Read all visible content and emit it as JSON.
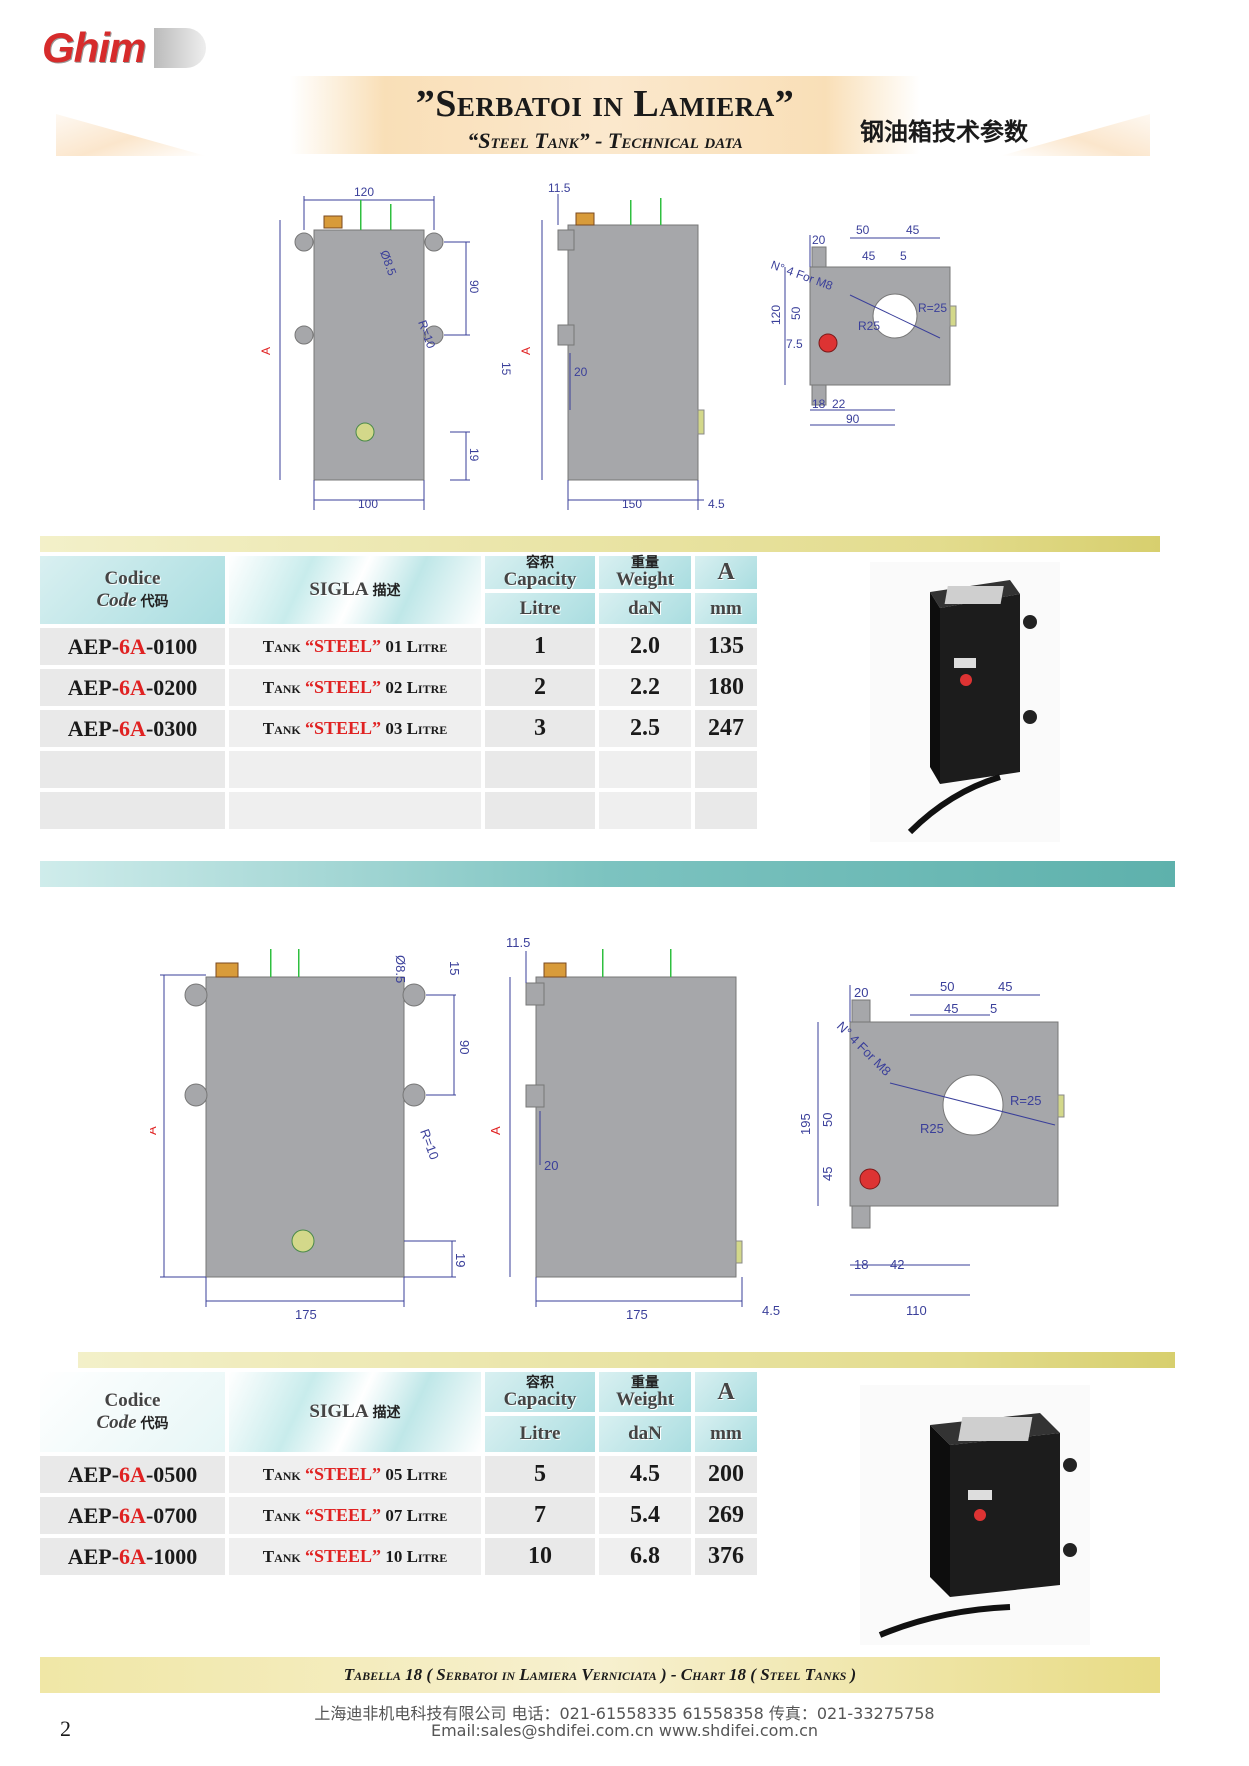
{
  "header": {
    "logo_text": "Ghim",
    "title": "”Serbatoi in Lamiera”",
    "subtitle": "“Steel Tank” - Technical data",
    "title_cn": "钢油箱技术参数"
  },
  "drawing1": {
    "front": {
      "w": "120",
      "top": "15",
      "hole": "Ø8.5",
      "pitch": "90",
      "radius": "R=10",
      "bottom": "19",
      "base": "100",
      "height": "A"
    },
    "side": {
      "offset": "11.5",
      "height": "A",
      "port": "20",
      "depth": "150",
      "lip": "4.5"
    },
    "top": {
      "d1": "20",
      "d2": "50",
      "d3": "45",
      "d4": "45",
      "d5": "5",
      "holes": "N° 4 For M8",
      "r1": "R25",
      "r2": "R=25",
      "h1": "120",
      "h2": "50",
      "h3": "7.5",
      "b1": "18",
      "b2": "22",
      "b3": "90"
    }
  },
  "drawing2": {
    "front": {
      "hole": "Ø8.5",
      "top": "15",
      "pitch": "90",
      "radius": "R=10",
      "bottom": "19",
      "base": "175",
      "height": "A"
    },
    "side": {
      "offset": "11.5",
      "height": "A",
      "port": "20",
      "depth": "175",
      "lip": "4.5"
    },
    "top": {
      "d1": "20",
      "d2": "50",
      "d3": "45",
      "d4": "45",
      "d5": "5",
      "holes": "N° 4 For M8",
      "r1": "R25",
      "r2": "R=25",
      "h1": "195",
      "h2": "50",
      "h3": "45",
      "b1": "18",
      "b2": "42",
      "b3": "110"
    }
  },
  "table_header": {
    "codice": "Codice",
    "code": "Code",
    "code_cn": "代码",
    "sigla": "SIGLA",
    "sigla_cn": "描述",
    "capacity_cn": "容积",
    "capacity": "Capacity",
    "weight_cn": "重量",
    "weight": "Weight",
    "a": "A",
    "litre": "Litre",
    "dan": "daN",
    "mm": "mm"
  },
  "table1": [
    {
      "code_pre": "AEP-",
      "code_mid": "6A",
      "code_post": "-0100",
      "tank": "Tank ",
      "steel": "“STEEL”",
      "litre_lbl": " 01 Litre",
      "cap": "1",
      "weight": "2.0",
      "a": "135"
    },
    {
      "code_pre": "AEP-",
      "code_mid": "6A",
      "code_post": "-0200",
      "tank": "Tank ",
      "steel": "“STEEL”",
      "litre_lbl": " 02 Litre",
      "cap": "2",
      "weight": "2.2",
      "a": "180"
    },
    {
      "code_pre": "AEP-",
      "code_mid": "6A",
      "code_post": "-0300",
      "tank": "Tank ",
      "steel": "“STEEL”",
      "litre_lbl": " 03 Litre",
      "cap": "3",
      "weight": "2.5",
      "a": "247"
    }
  ],
  "table2": [
    {
      "code_pre": "AEP-",
      "code_mid": "6A",
      "code_post": "-0500",
      "tank": "Tank ",
      "steel": "“STEEL”",
      "litre_lbl": " 05 Litre",
      "cap": "5",
      "weight": "4.5",
      "a": "200"
    },
    {
      "code_pre": "AEP-",
      "code_mid": "6A",
      "code_post": "-0700",
      "tank": "Tank ",
      "steel": "“STEEL”",
      "litre_lbl": " 07 Litre",
      "cap": "7",
      "weight": "5.4",
      "a": "269"
    },
    {
      "code_pre": "AEP-",
      "code_mid": "6A",
      "code_post": "-1000",
      "tank": "Tank ",
      "steel": "“STEEL”",
      "litre_lbl": " 10 Litre",
      "cap": "10",
      "weight": "6.8",
      "a": "376"
    }
  ],
  "footer": {
    "caption": "Tabella 18 ( Serbatoi in Lamiera Verniciata ) - Chart 18 ( Steel Tanks )",
    "contact1": "上海迪非机电科技有限公司  电话：021-61558335  61558358 传真：021-33275758",
    "contact2": "Email:sales@shdifei.com.cn   www.shdifei.com.cn",
    "page": "2"
  },
  "colors": {
    "accent_red": "#e02222",
    "teal": "#5eb1ac",
    "gold": "#e3dc8e",
    "tank_grey": "#a6a7aa",
    "dim_blue": "#3a3f9a"
  }
}
